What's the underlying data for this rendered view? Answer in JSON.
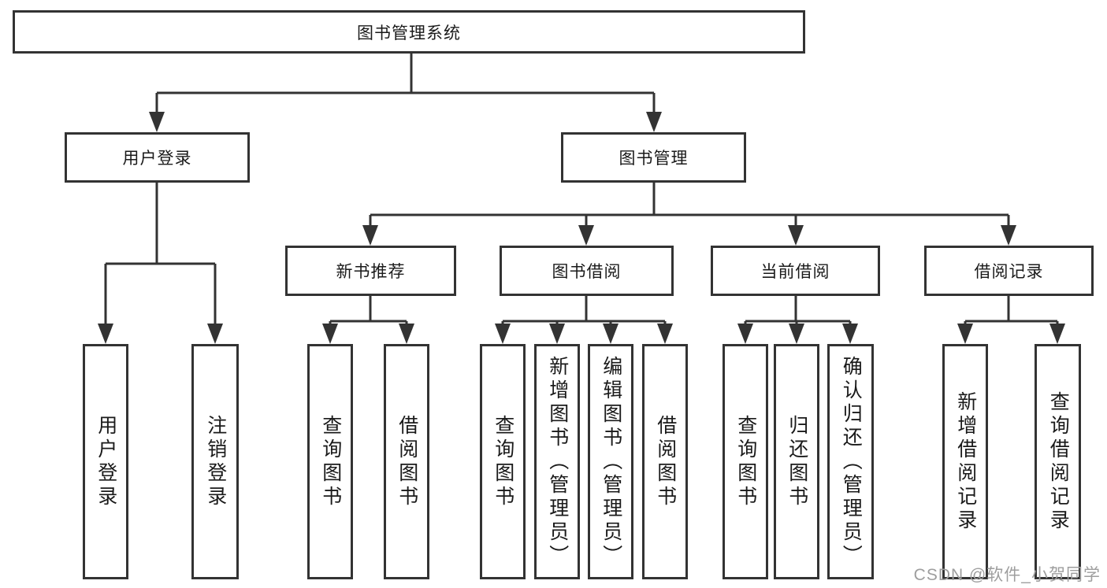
{
  "tree": {
    "root": {
      "label": "图书管理系统",
      "children": [
        {
          "label": "用户登录",
          "children": [
            {
              "label": "用户登录"
            },
            {
              "label": "注销登录"
            }
          ]
        },
        {
          "label": "图书管理",
          "children": [
            {
              "label": "新书推荐",
              "children": [
                {
                  "label": "查询图书"
                },
                {
                  "label": "借阅图书"
                }
              ]
            },
            {
              "label": "图书借阅",
              "children": [
                {
                  "label": "查询图书"
                },
                {
                  "label": "新增图书（管理员）"
                },
                {
                  "label": "编辑图书（管理员）"
                },
                {
                  "label": "借阅图书"
                }
              ]
            },
            {
              "label": "当前借阅",
              "children": [
                {
                  "label": "查询图书"
                },
                {
                  "label": "归还图书"
                },
                {
                  "label": "确认归还（管理员）"
                }
              ]
            },
            {
              "label": "借阅记录",
              "children": [
                {
                  "label": "新增借阅记录"
                },
                {
                  "label": "查询借阅记录"
                }
              ]
            }
          ]
        }
      ]
    }
  },
  "watermark": {
    "text": "CSDN @软件_小贺同学"
  },
  "colors": {
    "line": "#333333",
    "border": "#333333",
    "text": "#1a1a1a",
    "watermark": "#9e9e9e",
    "background": "#ffffff"
  }
}
